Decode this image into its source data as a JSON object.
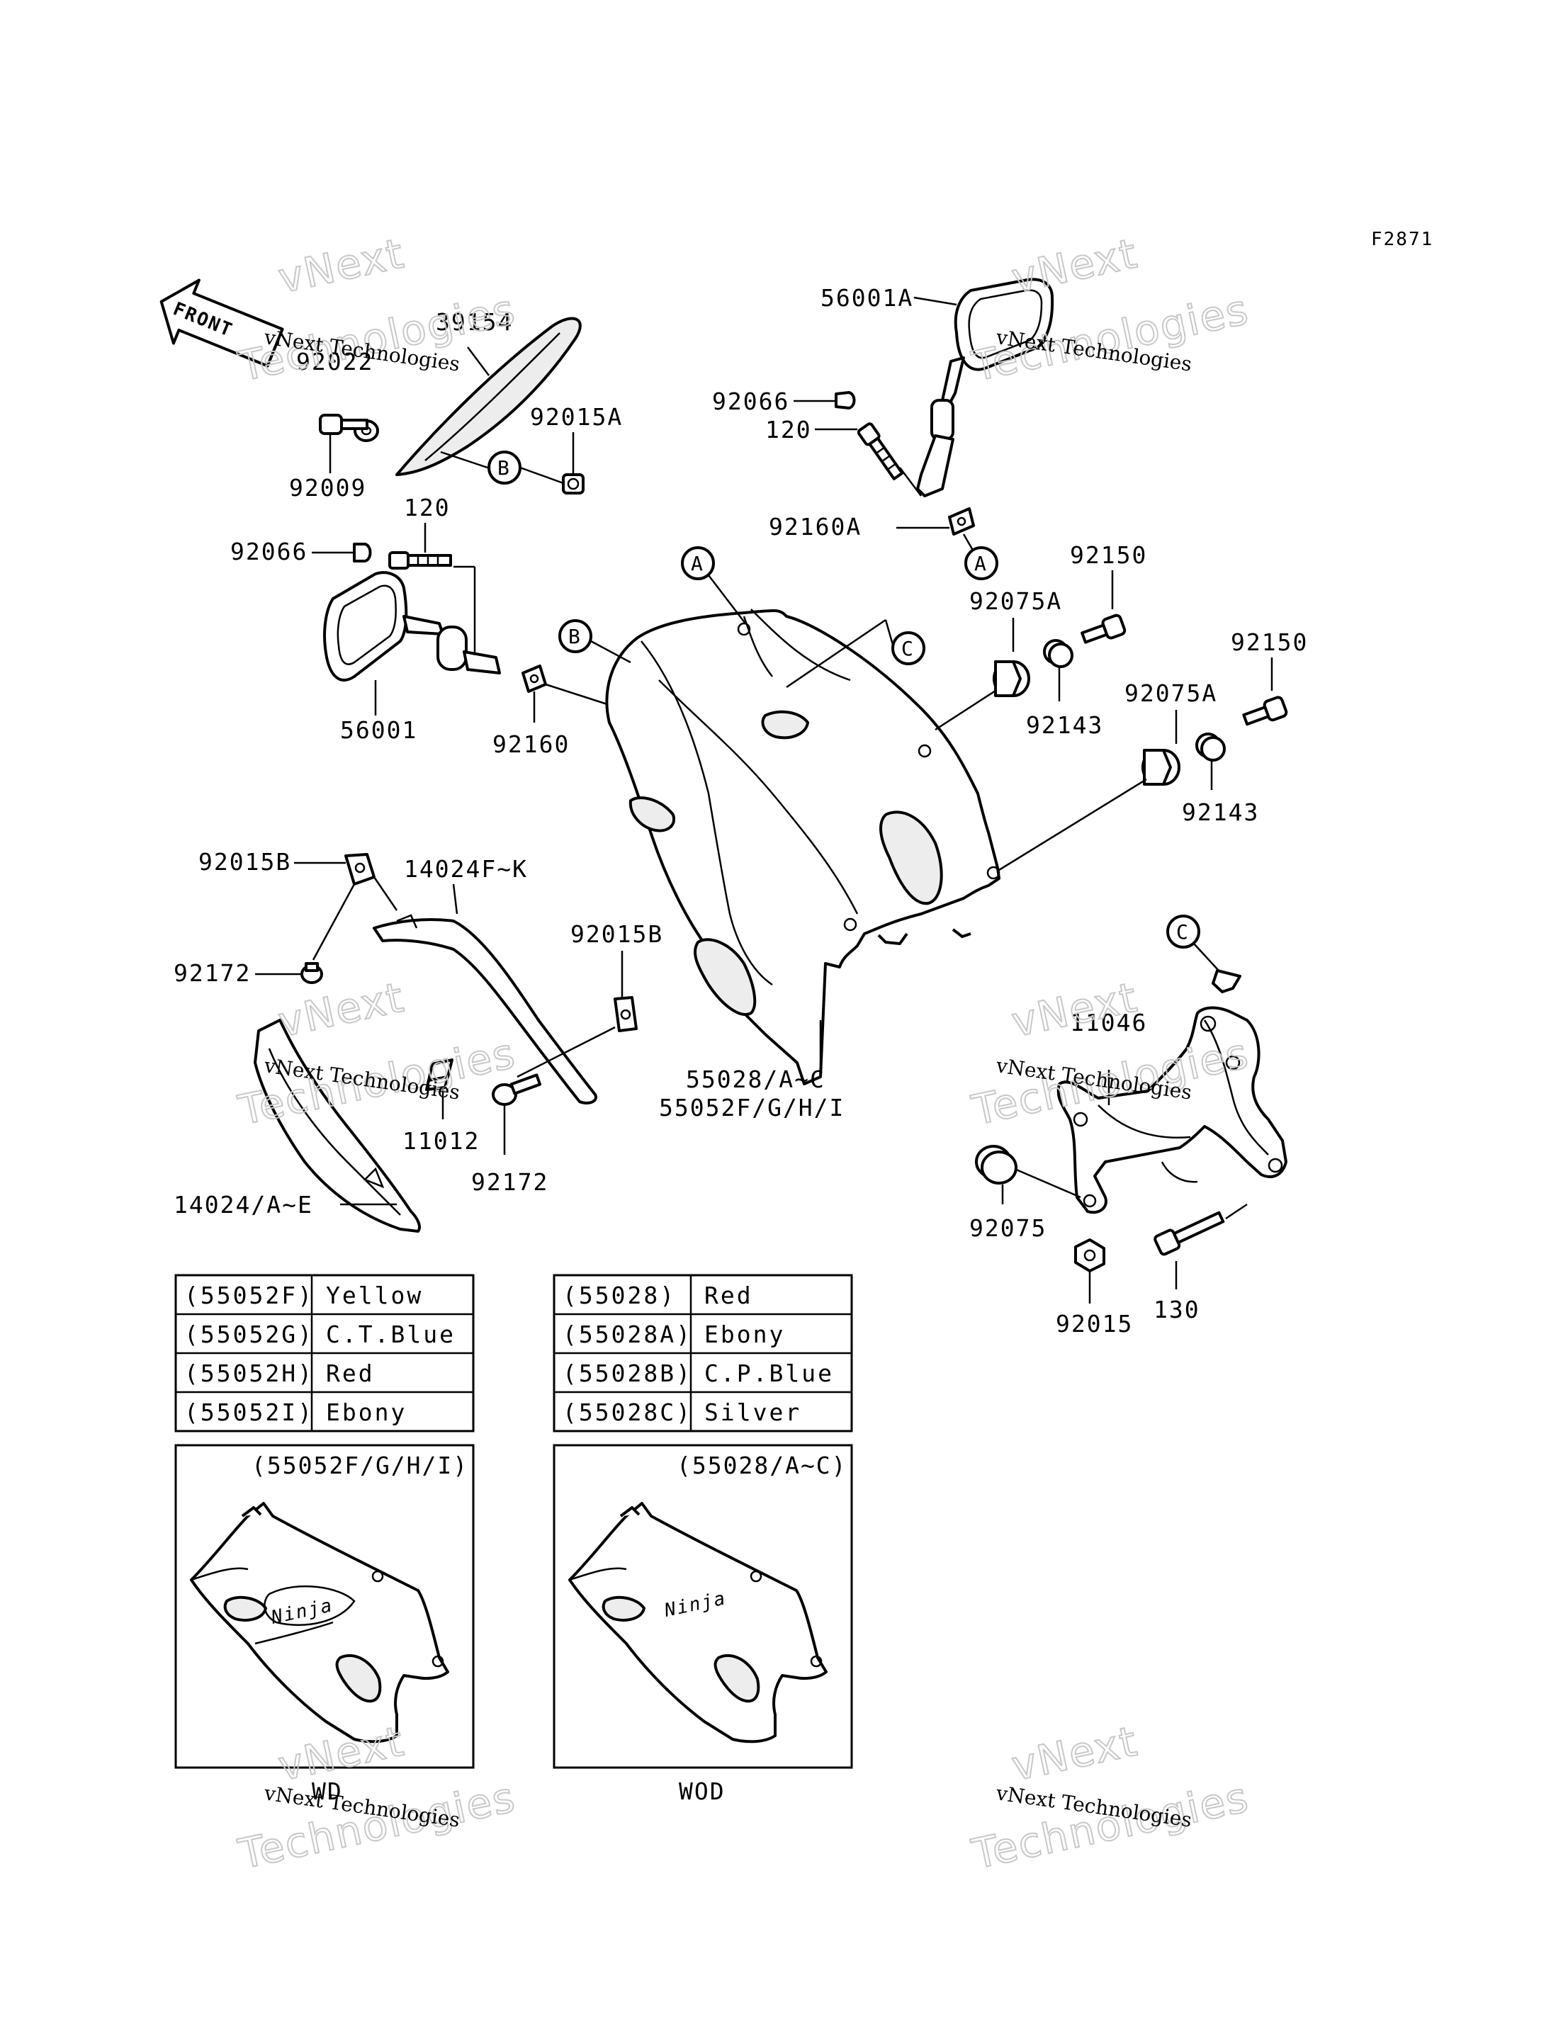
{
  "figure_code": "F2871",
  "front_arrow_label": "FRONT",
  "watermark": {
    "line1": "vNext",
    "line2": "vNext Technologies",
    "line3": "Technologies"
  },
  "callouts": {
    "a": "A",
    "b": "B",
    "c": "C"
  },
  "part_labels": {
    "p39154": "39154",
    "p92022": "92022",
    "p92009": "92009",
    "p92015A": "92015A",
    "p120_left": "120",
    "p92066_left": "92066",
    "p56001": "56001",
    "p92160": "92160",
    "p56001A": "56001A",
    "p92066_right": "92066",
    "p120_right": "120",
    "p92160A": "92160A",
    "p92150_a": "92150",
    "p92075A_a": "92075A",
    "p92143_a": "92143",
    "p92150_b": "92150",
    "p92075A_b": "92075A",
    "p92143_b": "92143",
    "p92015B_a": "92015B",
    "p14024FK": "14024F~K",
    "p92172_a": "92172",
    "p92015B_b": "92015B",
    "p11012": "11012",
    "p92172_b": "92172",
    "p14024AE": "14024/A~E",
    "p55028": "55028/A~C",
    "p55052": "55052F/G/H/I",
    "p11046": "11046",
    "p92075": "92075",
    "p92015": "92015",
    "p130": "130"
  },
  "color_table_left": {
    "rows": [
      {
        "code": "(55052F)",
        "color": "Yellow"
      },
      {
        "code": "(55052G)",
        "color": "C.T.Blue"
      },
      {
        "code": "(55052H)",
        "color": "Red"
      },
      {
        "code": "(55052I)",
        "color": "Ebony"
      }
    ]
  },
  "color_table_right": {
    "rows": [
      {
        "code": "(55028)",
        "color": "Red"
      },
      {
        "code": "(55028A)",
        "color": "Ebony"
      },
      {
        "code": "(55028B)",
        "color": "C.P.Blue"
      },
      {
        "code": "(55028C)",
        "color": "Silver"
      }
    ]
  },
  "variant_left": {
    "title": "(55052F/G/H/I)",
    "caption": "WD"
  },
  "variant_right": {
    "title": "(55028/A~C)",
    "caption": "WOD"
  },
  "logo_text": {
    "left": "Ninja",
    "right": "Ninja"
  }
}
